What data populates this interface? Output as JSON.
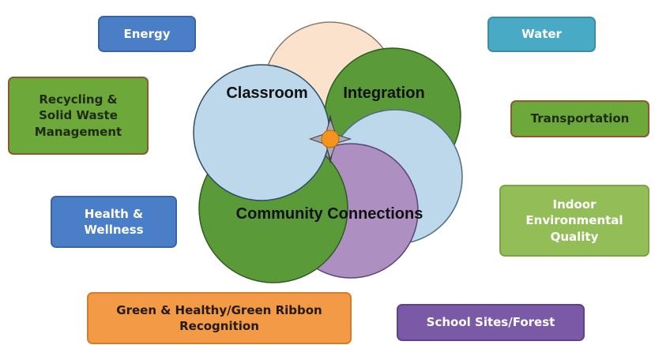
{
  "topics": {
    "energy": "Energy",
    "water": "Water",
    "recycling": "Recycling &\nSolid Waste\nManagement",
    "transportation": "Transportation",
    "health": "Health &\nWellness",
    "indoor": "Indoor\nEnvironmental\nQuality",
    "recognition": "Green & Healthy/Green Ribbon\nRecognition",
    "school_sites": "School Sites/Forest"
  },
  "center": {
    "classroom": "Classroom",
    "integration": "Integration",
    "community": "Community Connections"
  },
  "colors": {
    "peach": "#fbe2cc",
    "green": "#5a9a38",
    "light_blue": "#bcd8ea",
    "lavender": "#ad8fc2",
    "sun": "#f5931f"
  }
}
